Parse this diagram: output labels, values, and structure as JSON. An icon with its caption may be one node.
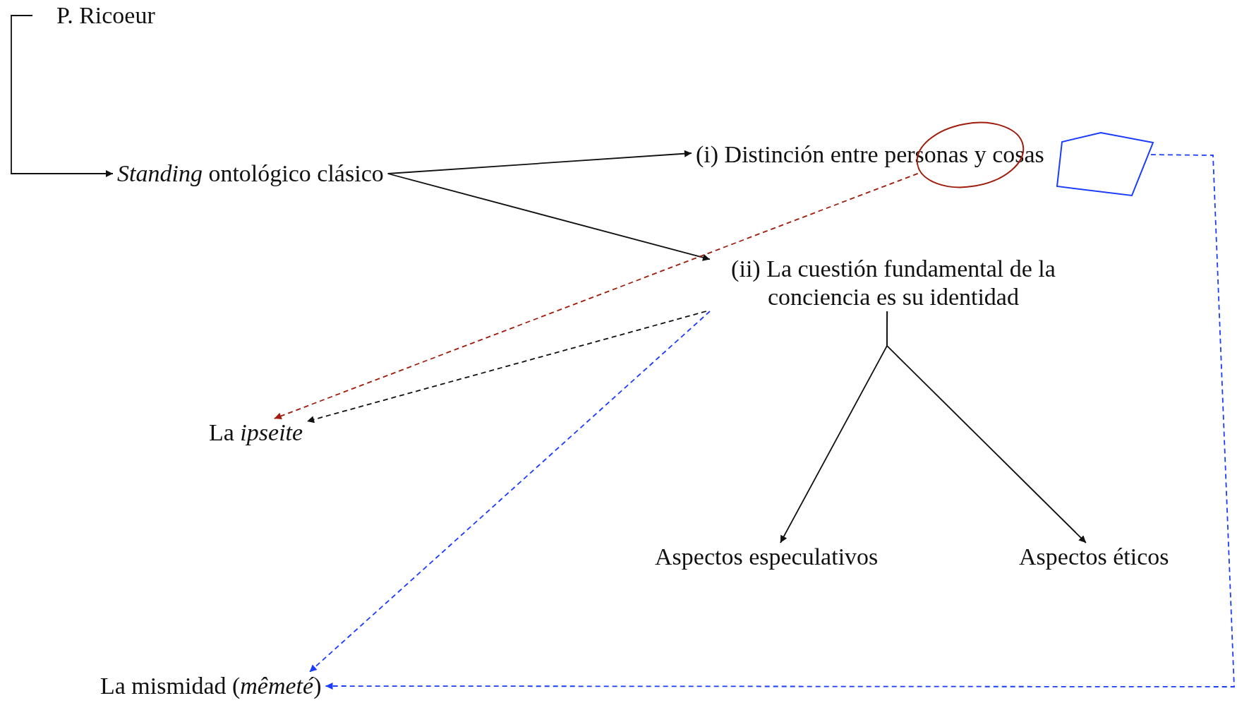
{
  "diagram": {
    "nodes": [
      {
        "text": [
          "P. Ricoeur"
        ]
      },
      {
        "text": [
          "*Standing* ontológico clásico"
        ]
      },
      {
        "text": [
          "(i) Distinción entre personas y cosas"
        ]
      },
      {
        "text": [
          "(ii) La cuestión fundamental de la conciencia es su identidad"
        ]
      },
      {
        "text": [
          "La *ipseite*"
        ]
      },
      {
        "text": [
          "La mismidad (*mêmeté*)"
        ]
      },
      {
        "text": [
          "Aspectos especulativos"
        ]
      },
      {
        "text": [
          "Aspectos éticos"
        ]
      },
      {
        "text": [],
        "shape": "ellipse"
      },
      {
        "text": [],
        "shape": "pentagon"
      }
    ],
    "edges": [
      {
        "from": 0,
        "to": 1,
        "arrow": "to"
      },
      {
        "from": 1,
        "to": 2,
        "arrow": "to"
      },
      {
        "from": 1,
        "to": 3,
        "arrow": "to"
      },
      {
        "from": 8,
        "to": 4,
        "arrow": "to",
        "style": "dashed",
        "color": "#a01c0c"
      },
      {
        "from": 3,
        "to": 4,
        "arrow": "to",
        "style": "dashed"
      },
      {
        "from": 3,
        "to": 5,
        "arrow": "to",
        "style": "dashed",
        "color": "#1a3cff"
      },
      {
        "from": 9,
        "to": 5,
        "arrow": "to",
        "style": "dashed",
        "color": "#1a3cff"
      },
      {
        "from": 3,
        "to": 6,
        "arrow": "to"
      },
      {
        "from": 3,
        "to": 7,
        "arrow": "to"
      }
    ]
  }
}
